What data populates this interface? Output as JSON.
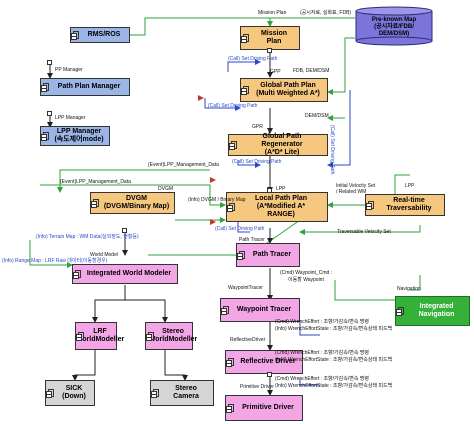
{
  "boxes": {
    "rms": "RMS/ROS",
    "mission": "Mission Plan",
    "ppm": "Path Plan Manager",
    "gpp_1": "Global Path Plan",
    "gpp_2": "(Multi Weighted A*)",
    "lpp_1": "LPP Manager",
    "lpp_2": "(속도제어mode)",
    "gpr_1": "Global Path Regenerator",
    "gpr_2": "(A*D* Lite)",
    "dvgm_1": "DVGM",
    "dvgm_2": "(DVGM/Binary Map)",
    "lpl_1": "Local Path Plan",
    "lpl_2": "(A*Modified A*",
    "lpl_3": "RANGE)",
    "rtt_1": "Real-time",
    "rtt_2": "Traversability",
    "iwm": "Integrated World Modeler",
    "pt": "Path Tracer",
    "wt": "Waypoint Tracer",
    "in": "Integrated Navigation",
    "lrf_1": "LRF",
    "lrf_2": "WorldModeller",
    "stw_1": "Stereo",
    "stw_2": "WorldModeller",
    "rd": "Reflective Driver",
    "pd": "Primitive Driver",
    "sick_1": "SICK",
    "sick_2": "(Down)",
    "stc": "Stereo Camera"
  },
  "database": {
    "line1": "Pre-known Map",
    "line2": "(공시자료/FDB/",
    "line3": "DEM/DSM)"
  },
  "labels": {
    "mission_plan": "Mission Plan",
    "top_fdb": "(공시자료, 실화표, FDB)",
    "set_driving_path_1": "(Call) Set Driving Path",
    "fdb_dem": "FDB, DEM/DSM",
    "pp_manager": "PP Manager",
    "gpp": "GPP",
    "set_driving_path_2": "(Call) Set Driving Path",
    "dem_dsm": "DEM/DSM",
    "lpp_manager": "LPP Manager",
    "gpr": "GPR",
    "call_set_vertical": "(Call) Set Driving Path",
    "set_driving_path_3": "(Call) Set Driving Path",
    "event_lpp_1": "(Event)LPP_Management_Data",
    "event_lpp_2": "(Event)LPP_Management_Data",
    "dvgm": "DVGM",
    "lpp": "LPP",
    "initial_velocity_1": "Initial Velocity Set",
    "initial_velocity_2": "/ Related WM",
    "lpp_right": "LPP",
    "info_binary": "(Info) DVGM / Binary Map",
    "set_driving_path_4": "(Call) Set Driving Path",
    "terrain_map": "(Info) Terrain Map : WM Data(실외정도, 현황등)",
    "traversable": "Traversable Velocity Set",
    "path_tracer": "Path Tracer",
    "world_model": "World Model",
    "range_map": "(Info) Range Map : LRF Raw 데이터(이동할경우)",
    "waypoint_cmd_1": "(Cmd) Waypoint_Cmd :",
    "waypoint_cmd_2": "이동할 Waypoint",
    "waypoint_tracer": "WaypointTracer",
    "navigation": "Navigation",
    "wrench_1a": "(Cmd) WrenchEffort : 조향/가감속/변속 명령",
    "wrench_1b": "(Info) WrenchEffortState : 조향/가감속/변속상태 피드백",
    "reflective_driver": "ReflectiveDriver",
    "wrench_2a": "(Cmd) WrenchEffort : 조향/가감속/변속 명령",
    "wrench_2b": "(Info) WrenchEffortState : 조향/가감속/변속상태 피드백",
    "primitive_driver": "Primitive Driver",
    "wrench_3a": "(Cmd) WrenchEffort : 조향/가감속/변속 명령",
    "wrench_3b": "(Info) WrenchEffortState : 조향/가감속/변속상태 피드백"
  },
  "colors": {
    "blue_box": "#9ab5e6",
    "orange_box": "#f6c77e",
    "pink_box": "#f3a6e6",
    "green_box": "#35b039",
    "gray_box": "#d5d5d5",
    "database": "#7c74d8",
    "green_line": "#2fa23a",
    "blue_line": "#2b47c9"
  }
}
